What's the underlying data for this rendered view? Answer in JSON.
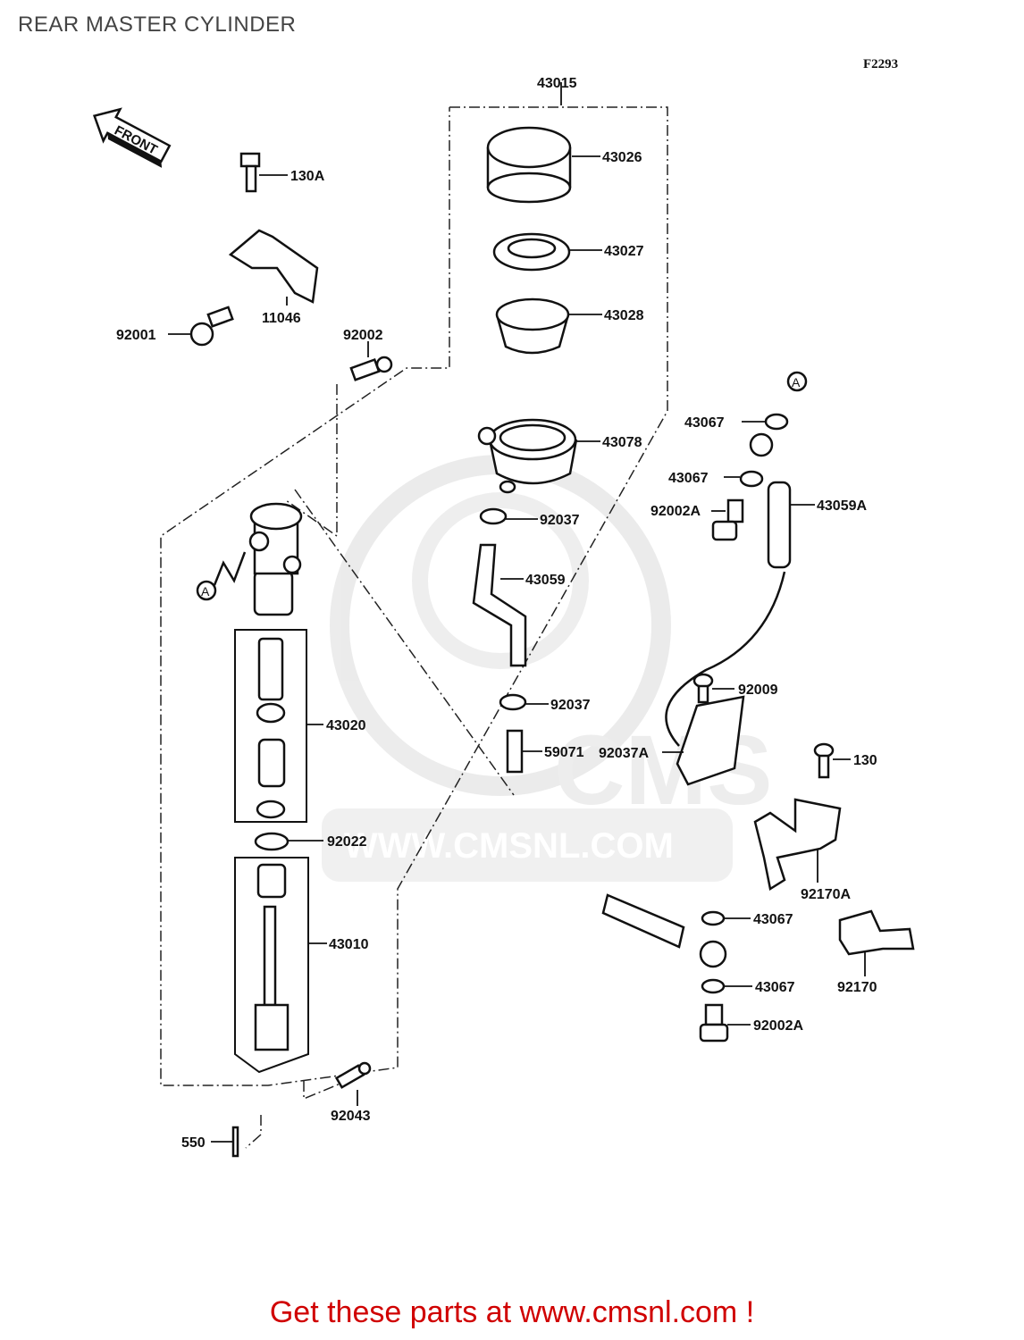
{
  "page": {
    "title": "REAR MASTER CYLINDER",
    "figure_code": "F2293",
    "footer": "Get these parts at www.cmsnl.com !"
  },
  "diagram": {
    "front_arrow_label": "FRONT",
    "watermark_text": "WWW.CMSNL.COM",
    "watermark_logo_text": "CMS",
    "circle_marker": "A",
    "parts": {
      "p43015": "43015",
      "p43026": "43026",
      "p43027": "43027",
      "p43028": "43028",
      "p43078": "43078",
      "p92037_upper": "92037",
      "p43059": "43059",
      "p92037_lower": "92037",
      "p59071": "59071",
      "p130A": "130A",
      "p11046": "11046",
      "p92001": "92001",
      "p92002": "92002",
      "p43020": "43020",
      "p92022": "92022",
      "p43010": "43010",
      "p92043": "92043",
      "p550": "550",
      "p43067_top": "43067",
      "p43067_mid": "43067",
      "p92002A_upper": "92002A",
      "p43059A": "43059A",
      "p92009": "92009",
      "p92037A": "92037A",
      "p130": "130",
      "p92170A": "92170A",
      "p43067_low1": "43067",
      "p43067_low2": "43067",
      "p92002A_lower": "92002A",
      "p92170": "92170"
    }
  }
}
